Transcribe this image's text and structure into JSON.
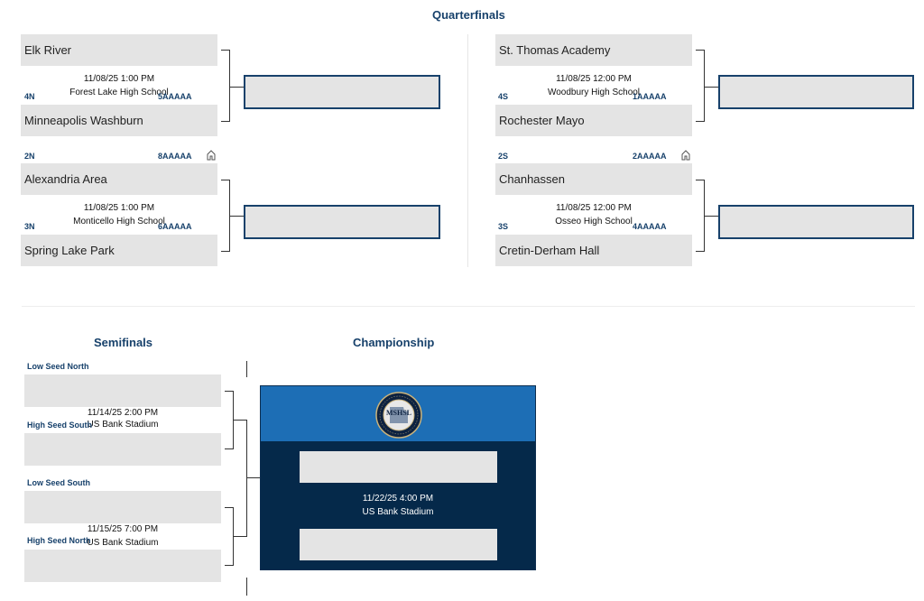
{
  "titles": {
    "quarterfinals": "Quarterfinals",
    "semifinals": "Semifinals",
    "championship": "Championship"
  },
  "quarterfinals": {
    "left": [
      {
        "top_team": "Elk River",
        "bottom_team": "Minneapolis Washburn",
        "datetime": "11/08/25 1:00 PM",
        "venue": "Forest Lake High School",
        "top_seed": "",
        "top_class": "",
        "bottom_seed": "4N",
        "bottom_class": "5AAAAA"
      },
      {
        "top_team": "Alexandria Area",
        "bottom_team": "Spring Lake Park",
        "datetime": "11/08/25 1:00 PM",
        "venue": "Monticello High School",
        "top_seed": "2N",
        "top_class": "8AAAAA",
        "bottom_seed": "3N",
        "bottom_class": "6AAAAA"
      }
    ],
    "right": [
      {
        "top_team": "St. Thomas Academy",
        "bottom_team": "Rochester Mayo",
        "datetime": "11/08/25 12:00 PM",
        "venue": "Woodbury High School",
        "top_seed": "",
        "top_class": "",
        "bottom_seed": "4S",
        "bottom_class": "1AAAAA"
      },
      {
        "top_team": "Chanhassen",
        "bottom_team": "Cretin-Derham Hall",
        "datetime": "11/08/25 12:00 PM",
        "venue": "Osseo High School",
        "top_seed": "2S",
        "top_class": "2AAAAA",
        "bottom_seed": "3S",
        "bottom_class": "4AAAAA"
      }
    ]
  },
  "semifinals": [
    {
      "top_label": "Low Seed North",
      "bottom_label": "High Seed South",
      "datetime": "11/14/25 2:00 PM",
      "venue": "US Bank Stadium"
    },
    {
      "top_label": "Low Seed South",
      "bottom_label": "High Seed North",
      "datetime": "11/15/25 7:00 PM",
      "venue": "US Bank Stadium"
    }
  ],
  "championship": {
    "datetime": "11/22/25 4:00 PM",
    "venue": "US Bank Stadium",
    "logo_text": "MSHSL",
    "logo_ring_text": "MINNESOTA STATE HIGH SCHOOL LEAGUE"
  },
  "icons": {
    "home": "home-icon",
    "logo": "mshsl-logo-icon"
  },
  "colors": {
    "title": "#17416b",
    "slot": "#e4e4e4",
    "champ_header": "#1d6eb5",
    "champ_body": "#05294a"
  }
}
